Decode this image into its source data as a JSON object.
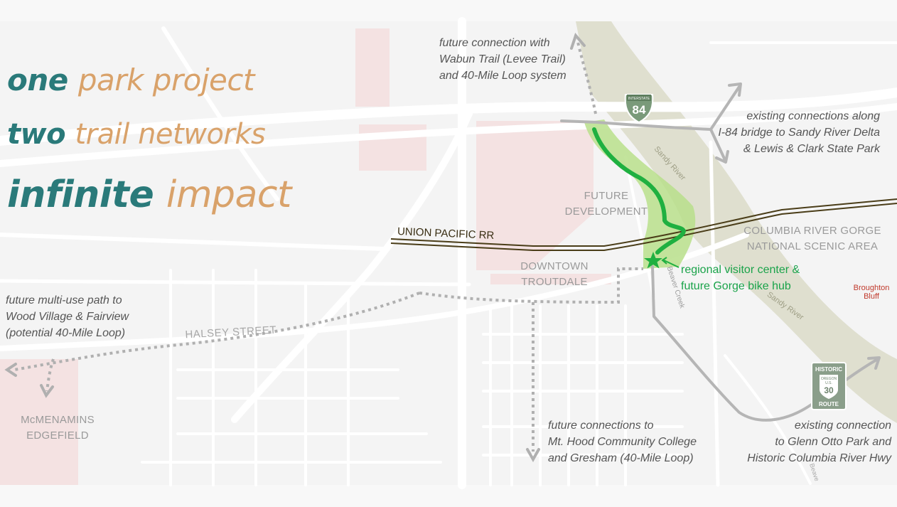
{
  "headline": {
    "line1_a": "one",
    "line1_b": "park project",
    "line2_a": "two",
    "line2_b": "trail networks",
    "line3_a": "infinite",
    "line3_b": "impact"
  },
  "callouts": {
    "wabun": "future connection with\nWabun Trail (Levee Trail)\nand 40-Mile Loop system",
    "i84_bridge": "existing connections along\nI-84 bridge to Sandy River Delta\n& Lewis & Clark State Park",
    "wood_village": "future multi-use path to\nWood Village & Fairview\n(potential 40-Mile Loop)",
    "mt_hood": "future connections to\nMt. Hood Community College\nand Gresham (40-Mile Loop)",
    "glenn_otto": "existing connection\nto Glenn Otto Park and\nHistoric Columbia River Hwy",
    "visitor_center": "regional visitor center &\nfuture Gorge bike hub"
  },
  "places": {
    "future_development": "FUTURE\nDEVELOPMENT",
    "gorge": "COLUMBIA RIVER GORGE\nNATIONAL SCENIC AREA",
    "downtown": "DOWNTOWN\nTROUTDALE",
    "mcmenamins": "McMENAMINS\nEDGEFIELD",
    "broughton": "Broughton\nBluff"
  },
  "roads": {
    "union_pacific": "UNION PACIFIC RR",
    "halsey": "HALSEY STREET",
    "sandy_river_1": "Sandy River",
    "sandy_river_2": "Sandy River",
    "beaver_creek": "Beaver Creek",
    "beaver_small": "Beave"
  },
  "shields": {
    "interstate_top": "INTERSTATE",
    "interstate_number": "84",
    "historic_top": "HISTORIC",
    "historic_state": "OREGON",
    "historic_us": "U.S.",
    "historic_number": "30",
    "historic_bottom": "ROUTE"
  },
  "colors": {
    "teal": "#2a7a7a",
    "tan": "#d9a26a",
    "trail_green": "#1fb040",
    "park_green": "#b8e08a",
    "river": "#dcdccb",
    "arrow_gray": "#b3b3b3",
    "railroad": "#4a3d18"
  }
}
